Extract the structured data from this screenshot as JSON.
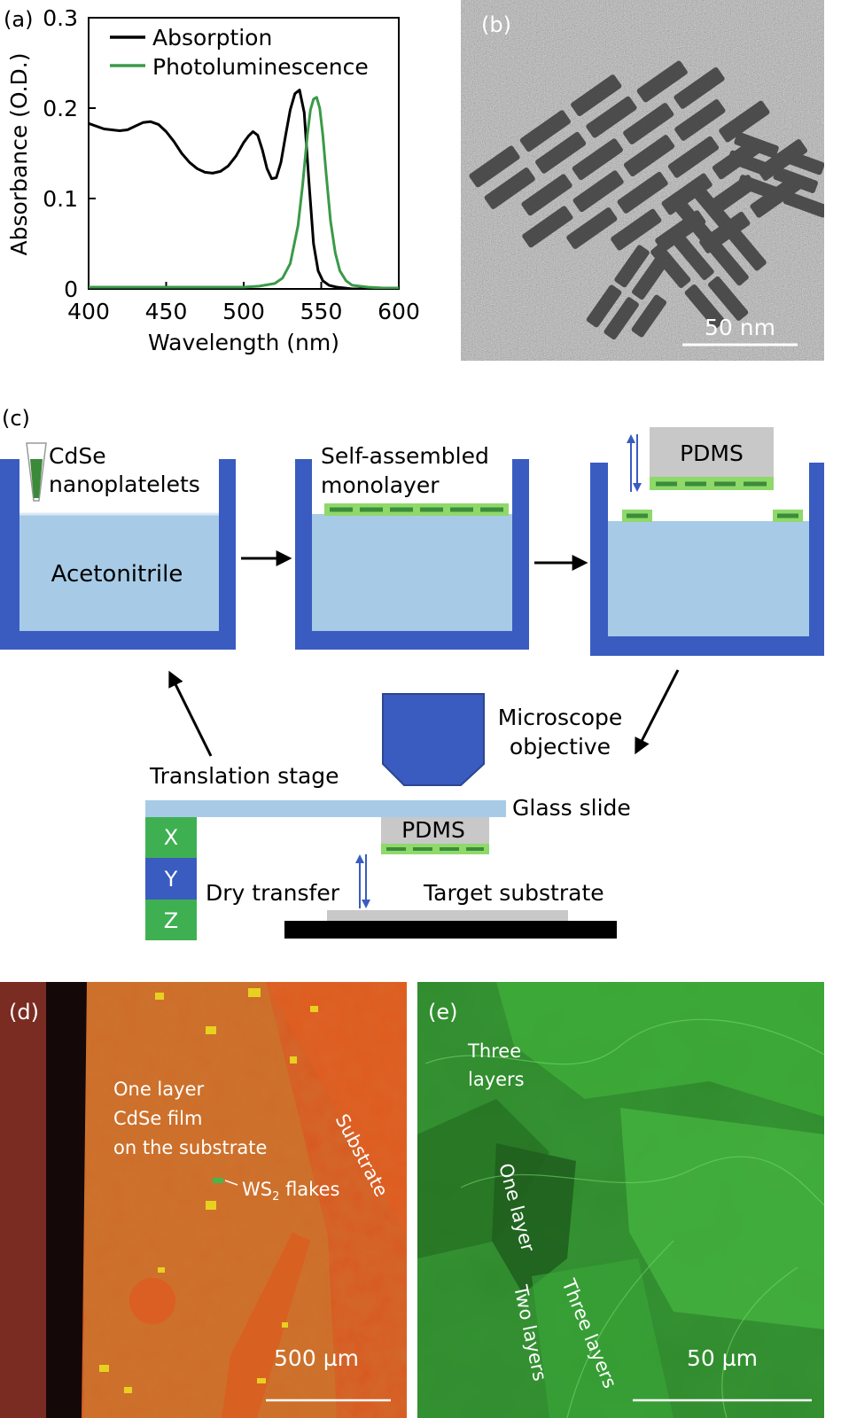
{
  "panel_a": {
    "label": "(a)",
    "legend": [
      "Absorption",
      "Photoluminescence"
    ]
  },
  "panel_b": {
    "label": "(b)",
    "scale_bar": "50 nm"
  },
  "panel_c": {
    "label": "(c)",
    "step1_label_line1": "CdSe",
    "step1_label_line2": "nanoplatelets",
    "liquid_label": "Acetonitrile",
    "step2_label_line1": "Self-assembled",
    "step2_label_line2": "monolayer",
    "pdms_label": "PDMS",
    "objective_line1": "Microscope",
    "objective_line2": "objective",
    "translation_stage": "Translation stage",
    "glass_slide": "Glass slide",
    "pdms_label_2": "PDMS",
    "stage_x": "X",
    "stage_y": "Y",
    "stage_z": "Z",
    "dry_transfer": "Dry transfer",
    "target_substrate": "Target substrate"
  },
  "panel_d": {
    "label": "(d)",
    "film_line1": "One layer",
    "film_line2": "CdSe film",
    "film_line3": "on the substrate",
    "ws2_prefix": "WS",
    "ws2_sub": "2",
    "ws2_suffix": " flakes",
    "substrate": "Substrate",
    "scale_bar": "500 µm"
  },
  "panel_e": {
    "label": "(e)",
    "three_layers_line1": "Three",
    "three_layers_line2": "layers",
    "one_layer": "One layer",
    "two_layers": "Two layers",
    "three_layers": "Three layers",
    "scale_bar": "50 µm"
  },
  "colors": {
    "absorption": "#000000",
    "photoluminescence": "#3a9a48",
    "vessel": "#3a5cc0",
    "liquid": "#a7cbe6",
    "film": "#8fd86a",
    "film_dash": "#3b8c3b",
    "pdms": "#c8c8c8",
    "stage_green": "#3fb052",
    "stage_blue": "#3a5cc0"
  },
  "chart_data": {
    "type": "line",
    "xlabel": "Wavelength (nm)",
    "ylabel": "Absorbance (O.D.)",
    "xlim": [
      400,
      600
    ],
    "ylim": [
      0,
      0.3
    ],
    "xticks": [
      "400",
      "450",
      "500",
      "550",
      "600"
    ],
    "yticks": [
      "0",
      "0.1",
      "0.2",
      "0.3"
    ],
    "legend_position": "top-left",
    "series": [
      {
        "name": "Absorption",
        "color": "#000000",
        "x": [
          400,
          405,
          410,
          415,
          420,
          425,
          430,
          435,
          440,
          445,
          450,
          455,
          460,
          465,
          470,
          475,
          480,
          485,
          490,
          495,
          500,
          503,
          506,
          509,
          512,
          515,
          518,
          521,
          524,
          527,
          530,
          533,
          536,
          539,
          542,
          545,
          548,
          551,
          555,
          560,
          565,
          570,
          580,
          590,
          600
        ],
        "y": [
          0.183,
          0.18,
          0.177,
          0.176,
          0.175,
          0.176,
          0.18,
          0.184,
          0.185,
          0.182,
          0.174,
          0.163,
          0.15,
          0.14,
          0.133,
          0.129,
          0.128,
          0.13,
          0.136,
          0.147,
          0.162,
          0.169,
          0.174,
          0.17,
          0.154,
          0.133,
          0.122,
          0.123,
          0.14,
          0.17,
          0.198,
          0.216,
          0.22,
          0.195,
          0.12,
          0.05,
          0.02,
          0.009,
          0.004,
          0.002,
          0.001,
          0.0,
          0.0,
          0.0,
          0.0
        ]
      },
      {
        "name": "Photoluminescence",
        "color": "#3a9a48",
        "x": [
          400,
          450,
          480,
          500,
          510,
          520,
          525,
          530,
          535,
          538,
          541,
          543,
          545,
          547,
          549,
          551,
          553,
          556,
          559,
          562,
          566,
          570,
          580,
          590,
          600
        ],
        "y": [
          0.002,
          0.002,
          0.002,
          0.002,
          0.003,
          0.006,
          0.012,
          0.028,
          0.07,
          0.115,
          0.17,
          0.198,
          0.21,
          0.212,
          0.2,
          0.17,
          0.13,
          0.075,
          0.04,
          0.02,
          0.009,
          0.004,
          0.002,
          0.001,
          0.001
        ]
      }
    ]
  }
}
